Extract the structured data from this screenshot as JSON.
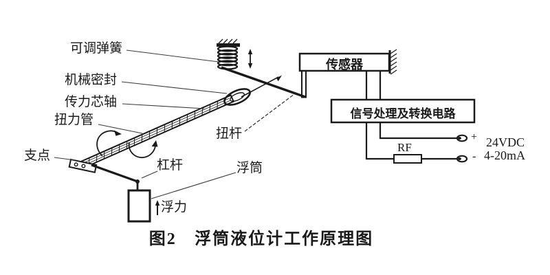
{
  "figure": {
    "caption_fig": "图2",
    "caption_title": "浮筒液位计工作原理图"
  },
  "labels": {
    "adjustable_spring": "可调弹簧",
    "mechanical_seal": "机械密封",
    "force_core_shaft": "传力芯轴",
    "torque_tube": "扭力管",
    "fulcrum": "支点",
    "torsion_bar": "扭杆",
    "lever": "杠杆",
    "displacer": "浮筒",
    "buoyancy": "浮力",
    "sensor": "传感器",
    "signal_box": "信号处理及转换电路",
    "rf": "RF",
    "plus": "+",
    "minus": "-",
    "supply": "24VDC",
    "current": "4-20mA"
  },
  "colors": {
    "line": "#1a1a1a",
    "background": "#ffffff"
  }
}
